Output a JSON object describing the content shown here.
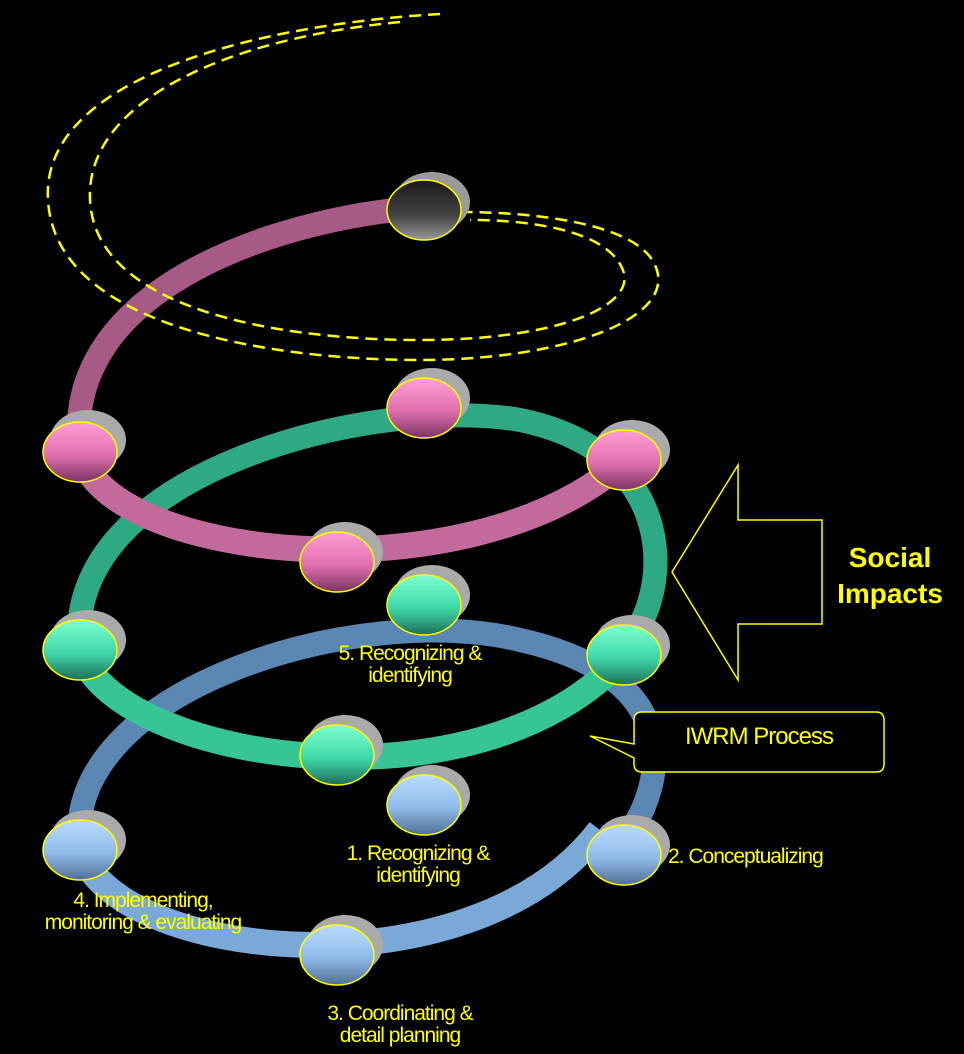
{
  "diagram": {
    "external_arrow": {
      "label_line1": "Social",
      "label_line2": "Impacts"
    },
    "process_callout": {
      "label": "IWRM Process"
    },
    "steps": [
      {
        "number_label": "1. Recognizing &",
        "line2": "identifying"
      },
      {
        "number_label": "2. Conceptualizing"
      },
      {
        "number_label": "3. Coordinating &",
        "line2": "detail planning"
      },
      {
        "number_label": "4. Implementing,",
        "line2": "monitoring & evaluating"
      },
      {
        "number_label": "5. Recognizing &",
        "line2": "identifying"
      }
    ],
    "colors": {
      "background": "#000000",
      "blue_ring": "#6f9fd0",
      "green_ring": "#3fcf9f",
      "pink_ring": "#c86a9c",
      "accent_yellow": "#ffff00"
    }
  }
}
